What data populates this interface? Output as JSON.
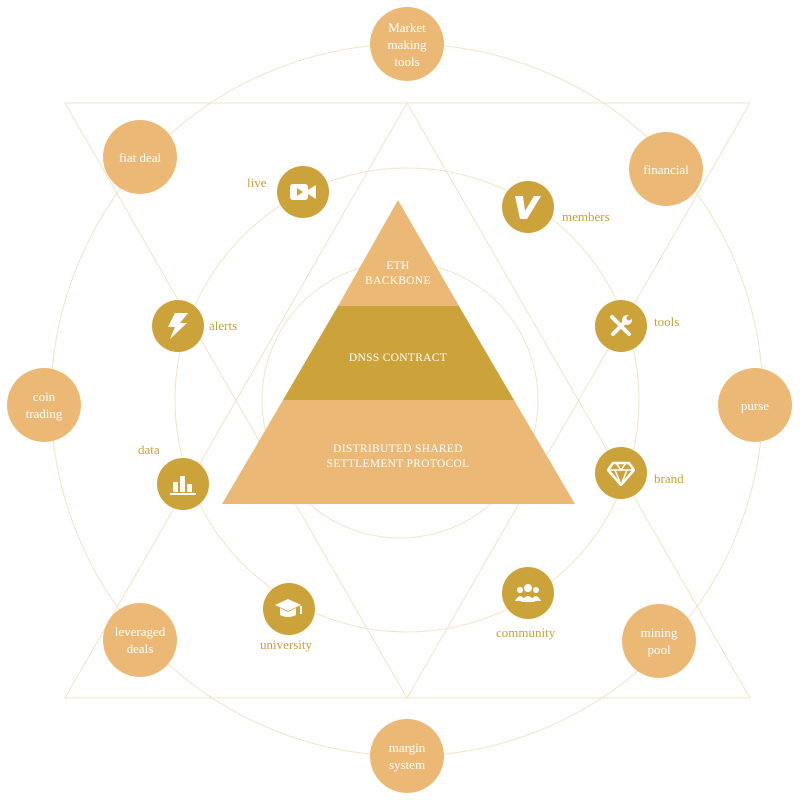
{
  "colors": {
    "light": "#EBB975",
    "gold": "#CCA33B",
    "line": "#F3E3C8"
  },
  "pyramid": {
    "top": "ETH BACKBONE",
    "top_l1": "ETH",
    "top_l2": "BACKBONE",
    "middle": "DNSS CONTRACT",
    "bottom_l1": "DISTRIBUTED SHARED",
    "bottom_l2": "SETTLEMENT PROTOCOL"
  },
  "outer_nodes": [
    {
      "l1": "Market",
      "l2": "making",
      "l3": "tools"
    },
    {
      "l1": "financial"
    },
    {
      "l1": "purse"
    },
    {
      "l1": "mining",
      "l2": "pool"
    },
    {
      "l1": "margin",
      "l2": "system"
    },
    {
      "l1": "leveraged",
      "l2": "deals"
    },
    {
      "l1": "coin",
      "l2": "trading"
    },
    {
      "l1": "fiat deal"
    }
  ],
  "inner_nodes": [
    {
      "label": "live",
      "icon": "video-camera-icon"
    },
    {
      "label": "members",
      "icon": "v-logo-icon"
    },
    {
      "label": "tools",
      "icon": "wrench-screwdriver-icon"
    },
    {
      "label": "brand",
      "icon": "diamond-icon"
    },
    {
      "label": "community",
      "icon": "users-icon"
    },
    {
      "label": "university",
      "icon": "graduation-cap-icon"
    },
    {
      "label": "data",
      "icon": "bar-chart-icon"
    },
    {
      "label": "alerts",
      "icon": "lightning-icon"
    }
  ]
}
